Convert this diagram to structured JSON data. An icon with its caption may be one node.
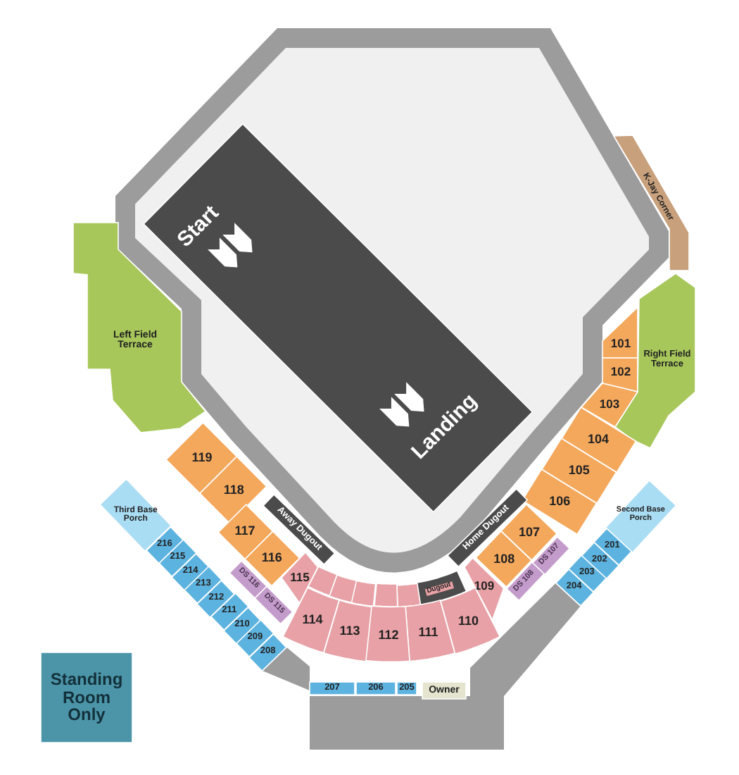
{
  "diagram": {
    "nodes": [
      {
        "text": [
          "Start",
          "Landing"
        ]
      },
      {
        "text": [
          "K-Jay Corner"
        ]
      },
      {
        "text": [
          "Left Field Terrace"
        ]
      },
      {
        "text": [
          "101"
        ]
      },
      {
        "text": [
          "102"
        ]
      },
      {
        "text": [
          "Right Field Terrace"
        ]
      },
      {
        "text": [
          "103"
        ]
      },
      {
        "text": [
          "119"
        ]
      },
      {
        "text": [
          "104"
        ]
      },
      {
        "text": [
          "118"
        ]
      },
      {
        "text": [
          "105"
        ]
      },
      {
        "text": [
          "106"
        ]
      },
      {
        "text": [
          "117"
        ]
      },
      {
        "text": [
          "Away Dugout"
        ]
      },
      {
        "text": [
          "Home Dugout"
        ]
      },
      {
        "text": [
          "116"
        ]
      },
      {
        "text": [
          "107"
        ]
      },
      {
        "text": [
          "Third Base Porch"
        ]
      },
      {
        "text": [
          "Second Base Porch"
        ]
      },
      {
        "text": [
          "108"
        ]
      },
      {
        "text": [
          "DS 107"
        ]
      },
      {
        "text": [
          "201"
        ]
      },
      {
        "text": [
          "216"
        ]
      },
      {
        "text": [
          "202"
        ]
      },
      {
        "text": [
          "215"
        ]
      },
      {
        "text": [
          "115"
        ]
      },
      {
        "text": [
          "DS 116"
        ]
      },
      {
        "text": [
          "109"
        ]
      },
      {
        "text": [
          "DS 108"
        ]
      },
      {
        "text": [
          "203"
        ]
      },
      {
        "text": [
          "214"
        ]
      },
      {
        "text": [
          "204"
        ]
      },
      {
        "text": [
          "213"
        ]
      },
      {
        "text": [
          "DS 115"
        ]
      },
      {
        "text": [
          "Dugout"
        ]
      },
      {
        "text": [],
        "shape": "box"
      },
      {
        "text": [],
        "shape": "box"
      },
      {
        "text": [],
        "shape": "box"
      },
      {
        "text": [],
        "shape": "box"
      },
      {
        "text": [],
        "shape": "box"
      },
      {
        "text": [
          "114"
        ]
      },
      {
        "text": [
          "110"
        ]
      },
      {
        "text": [
          "212"
        ]
      },
      {
        "text": [
          "113"
        ]
      },
      {
        "text": [
          "111"
        ]
      },
      {
        "text": [
          "211"
        ]
      },
      {
        "text": [
          "112"
        ]
      },
      {
        "text": [
          "210"
        ]
      },
      {
        "text": [
          "209"
        ]
      },
      {
        "text": [
          "208"
        ]
      },
      {
        "text": [
          "Standing Room Only"
        ]
      },
      {
        "text": [
          "207"
        ]
      },
      {
        "text": [
          "206"
        ]
      },
      {
        "text": [
          "205"
        ]
      },
      {
        "text": [
          "Owner"
        ]
      }
    ]
  }
}
